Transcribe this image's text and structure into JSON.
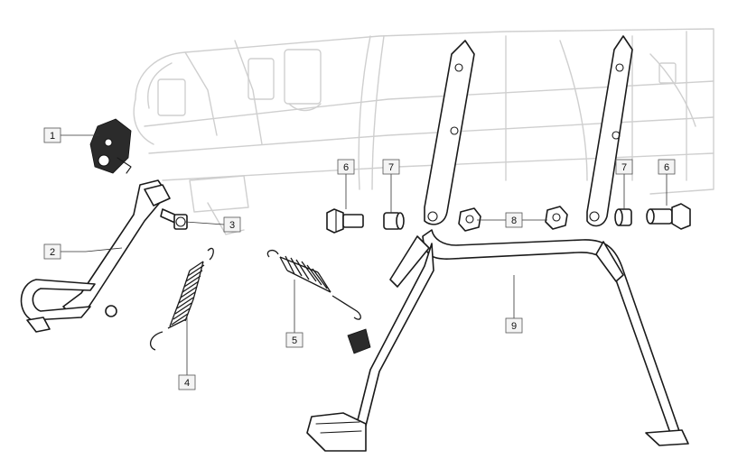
{
  "callouts": [
    {
      "id": "1",
      "text": "1"
    },
    {
      "id": "2",
      "text": "2"
    },
    {
      "id": "3",
      "text": "3"
    },
    {
      "id": "4",
      "text": "4"
    },
    {
      "id": "5",
      "text": "5"
    },
    {
      "id": "6a",
      "text": "6"
    },
    {
      "id": "7a",
      "text": "7"
    },
    {
      "id": "8",
      "text": "8"
    },
    {
      "id": "7b",
      "text": "7"
    },
    {
      "id": "6b",
      "text": "6"
    },
    {
      "id": "9",
      "text": "9"
    }
  ],
  "colors": {
    "line": "#1a1a1a",
    "ghost": "#cfcfcf",
    "label_fill": "#f4f4f4"
  }
}
